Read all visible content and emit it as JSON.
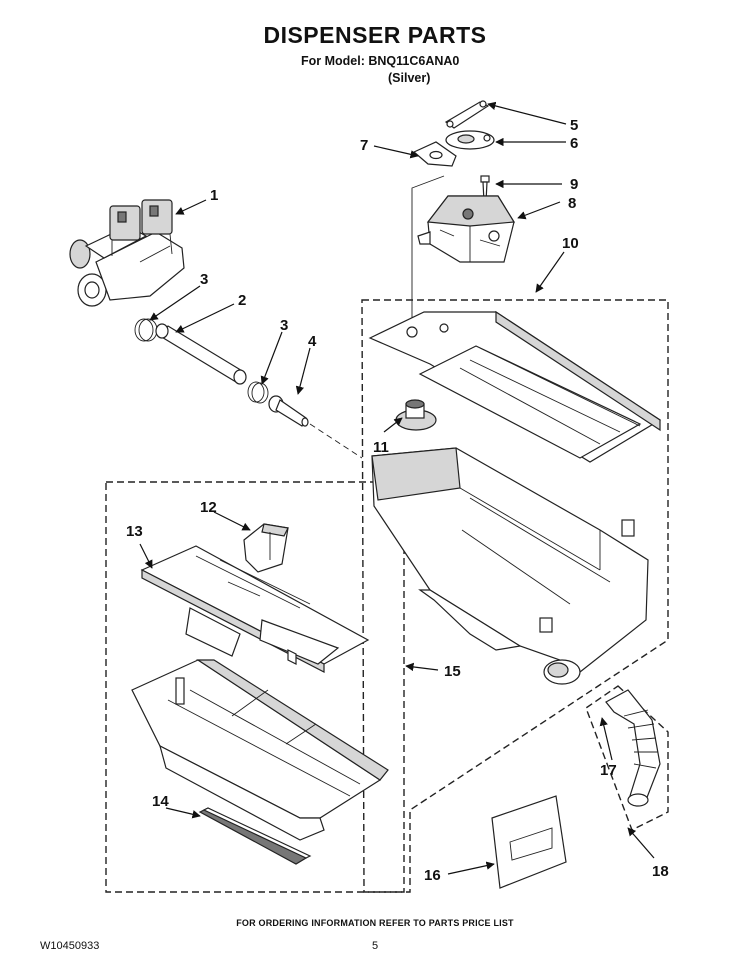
{
  "header": {
    "title": "DISPENSER PARTS",
    "model": "For Model: BNQ11C6ANA0",
    "variant": "(Silver)"
  },
  "callouts": [
    {
      "id": "c1",
      "label": "1"
    },
    {
      "id": "c2",
      "label": "2"
    },
    {
      "id": "c3a",
      "label": "3"
    },
    {
      "id": "c3b",
      "label": "3"
    },
    {
      "id": "c4",
      "label": "4"
    },
    {
      "id": "c5",
      "label": "5"
    },
    {
      "id": "c6",
      "label": "6"
    },
    {
      "id": "c7",
      "label": "7"
    },
    {
      "id": "c8",
      "label": "8"
    },
    {
      "id": "c9",
      "label": "9"
    },
    {
      "id": "c10",
      "label": "10"
    },
    {
      "id": "c11",
      "label": "11"
    },
    {
      "id": "c12",
      "label": "12"
    },
    {
      "id": "c13",
      "label": "13"
    },
    {
      "id": "c14",
      "label": "14"
    },
    {
      "id": "c15",
      "label": "15"
    },
    {
      "id": "c16",
      "label": "16"
    },
    {
      "id": "c17",
      "label": "17"
    },
    {
      "id": "c18",
      "label": "18"
    }
  ],
  "footer": {
    "ordering_note": "FOR ORDERING INFORMATION REFER TO PARTS PRICE LIST",
    "document_number": "W10450933",
    "page_number": "5"
  }
}
